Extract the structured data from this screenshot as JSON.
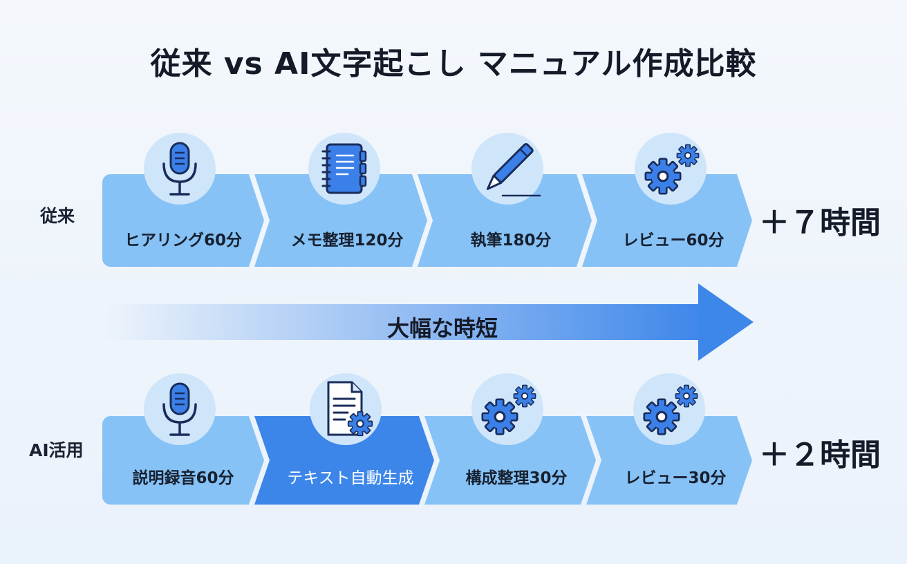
{
  "title": "従来 vs AI文字起こし マニュアル作成比較",
  "traditional": {
    "label": "従来",
    "total": "＋７時間",
    "steps": [
      {
        "label": "ヒアリング60分",
        "icon": "microphone-icon"
      },
      {
        "label": "メモ整理120分",
        "icon": "notebook-icon"
      },
      {
        "label": "執筆180分",
        "icon": "pen-icon"
      },
      {
        "label": "レビュー60分",
        "icon": "gears-icon"
      }
    ]
  },
  "ai": {
    "label": "AI活用",
    "total": "＋２時間",
    "steps": [
      {
        "label": "説明録音60分",
        "icon": "microphone-icon"
      },
      {
        "label": "テキスト自動生成",
        "icon": "document-gear-icon"
      },
      {
        "label": "構成整理30分",
        "icon": "gears-icon"
      },
      {
        "label": "レビュー30分",
        "icon": "gears-icon"
      }
    ]
  },
  "arrow": {
    "label": "大幅な時短"
  },
  "colors": {
    "chevron": "#86c2f6",
    "chevron_highlight": "#3c86ea",
    "icon_circle": "#cfe5fa",
    "icon_fill": "#3b80e8",
    "icon_stroke": "#1a2c5a"
  }
}
